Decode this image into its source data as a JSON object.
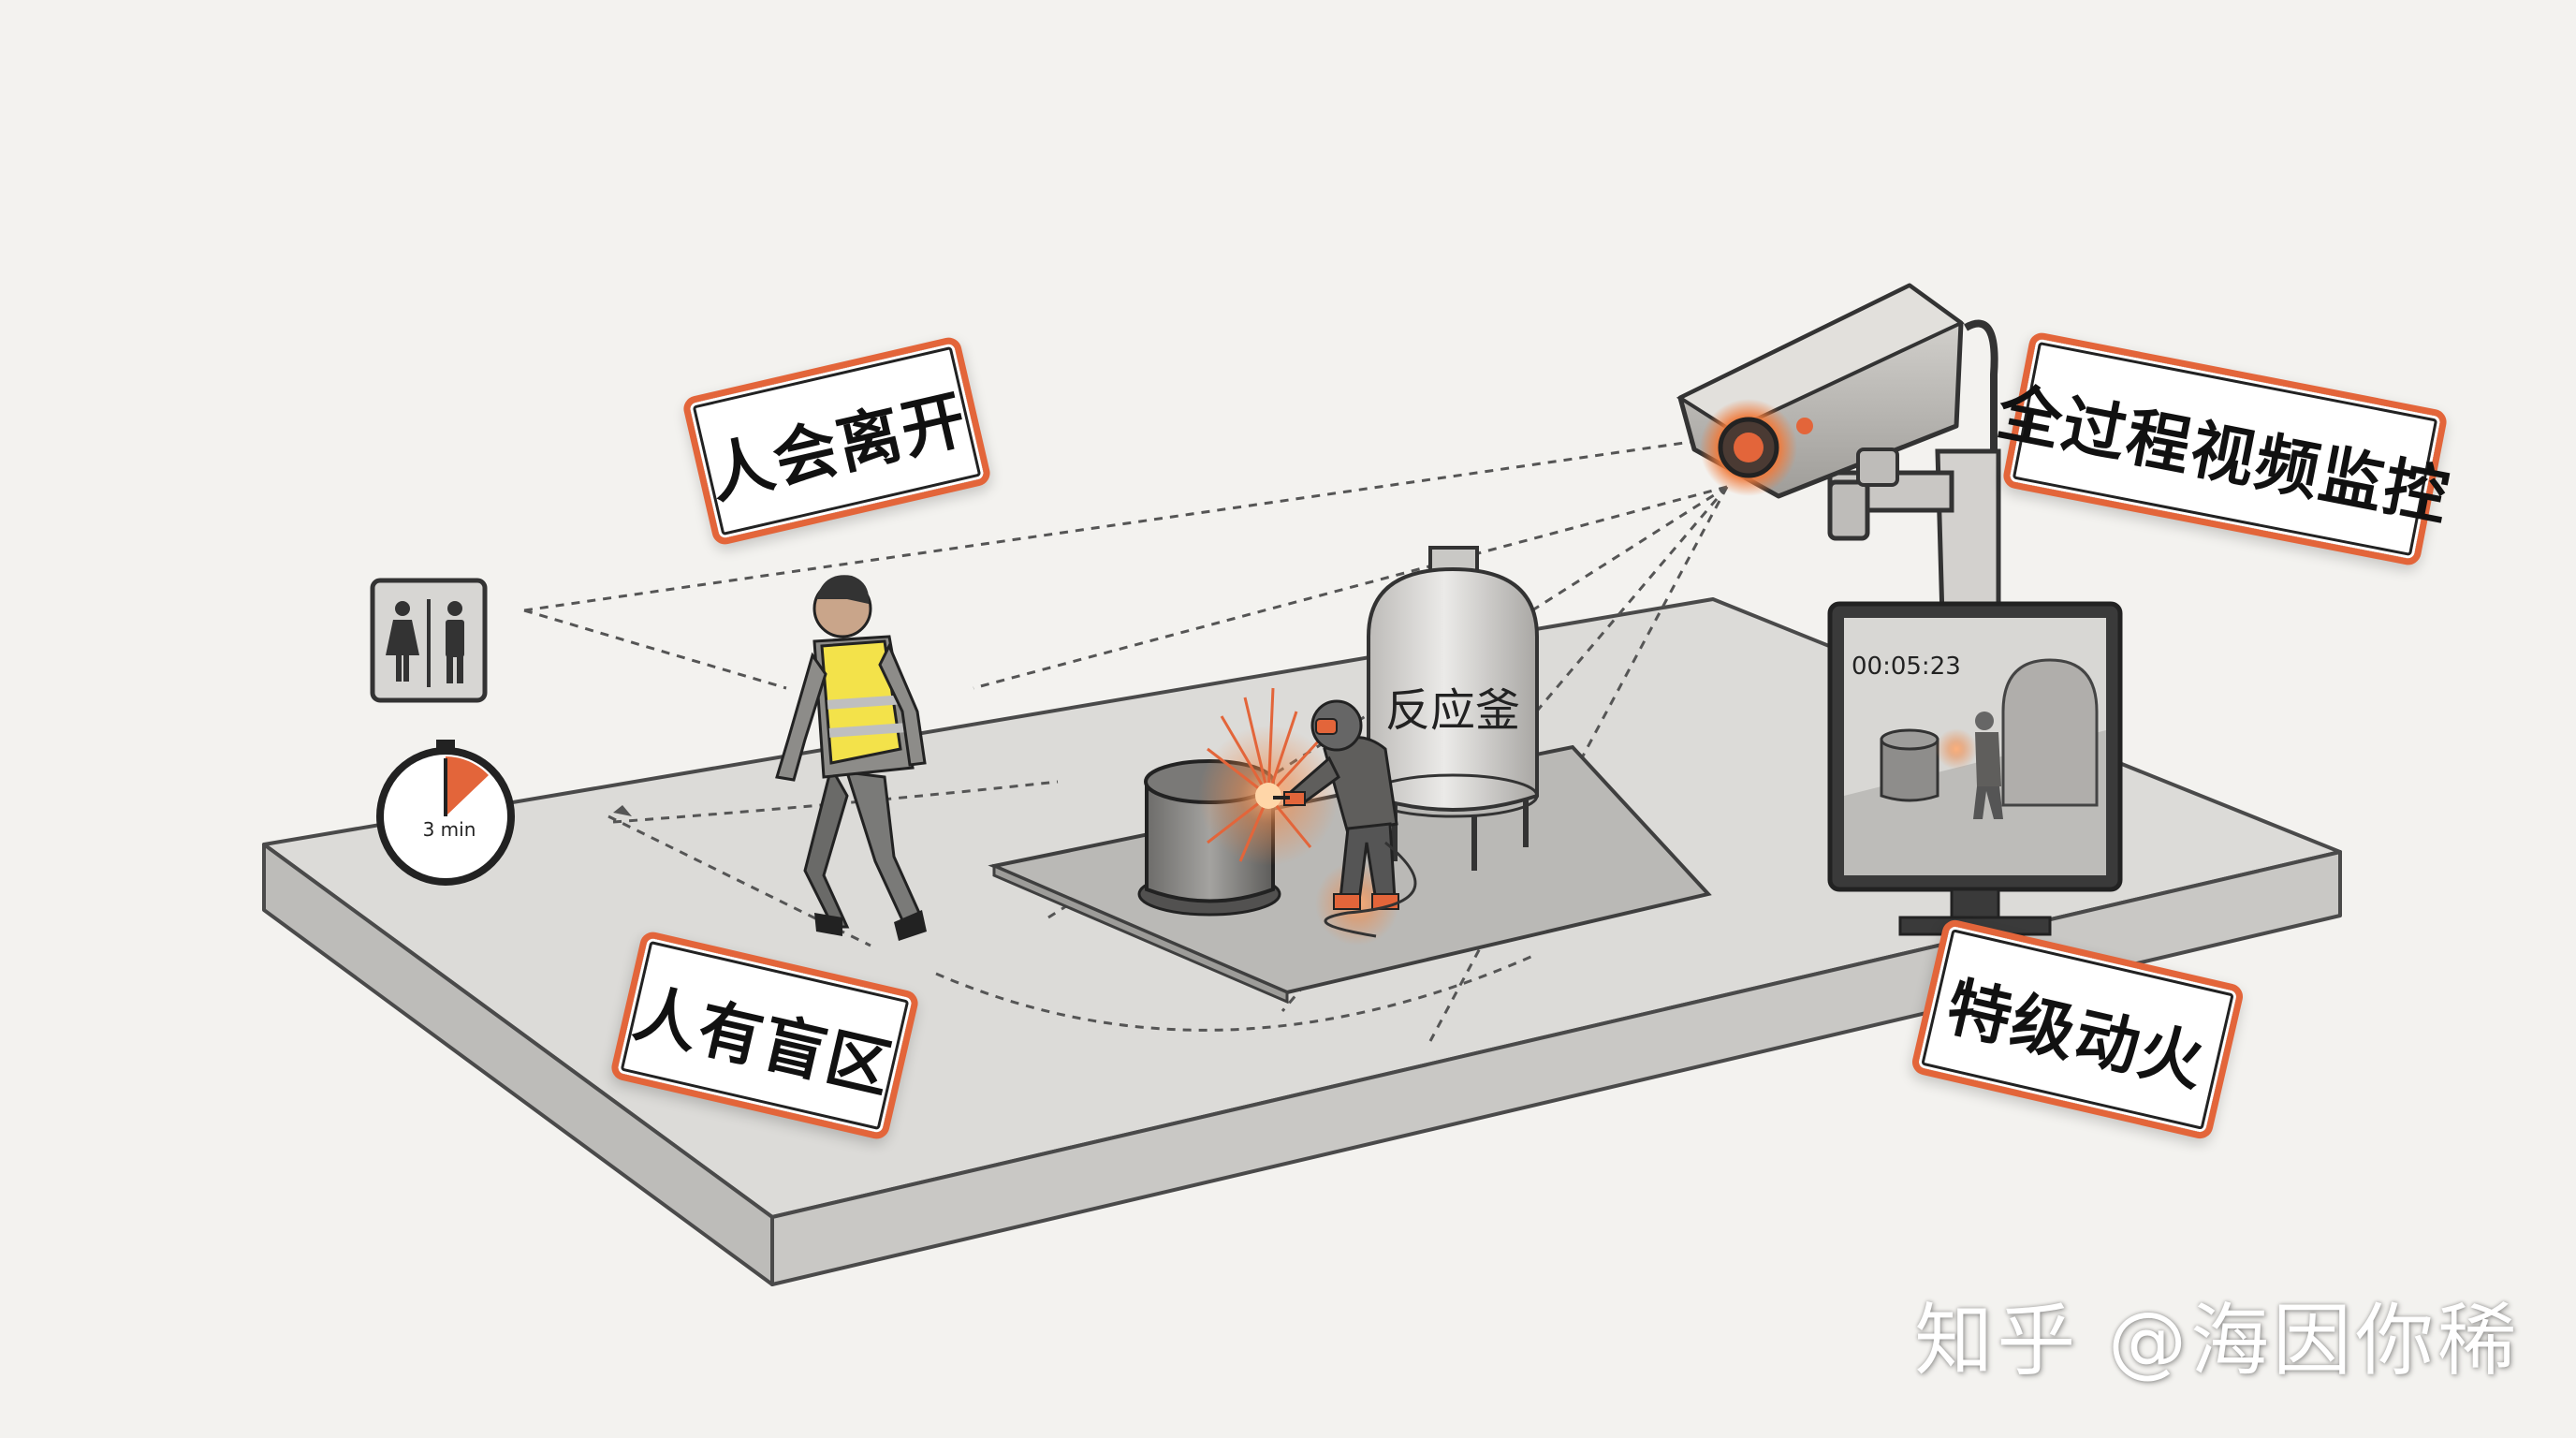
{
  "labels": {
    "person_leaves": "人会离开",
    "blind_zone": "人有盲区",
    "full_video": "全过程视频监控",
    "hot_work": "特级动火",
    "reactor": "反应釜",
    "timer": "3 min",
    "monitor_time": "00:05:23"
  },
  "watermark": "知乎 @海因你稀",
  "colors": {
    "accent": "#e3653a",
    "platform": "#d9d8d5",
    "background": "#f3f2ef"
  },
  "icons": [
    "restroom-sign-icon",
    "stopwatch-icon",
    "security-camera-icon",
    "monitor-icon",
    "welding-sparks-icon"
  ]
}
